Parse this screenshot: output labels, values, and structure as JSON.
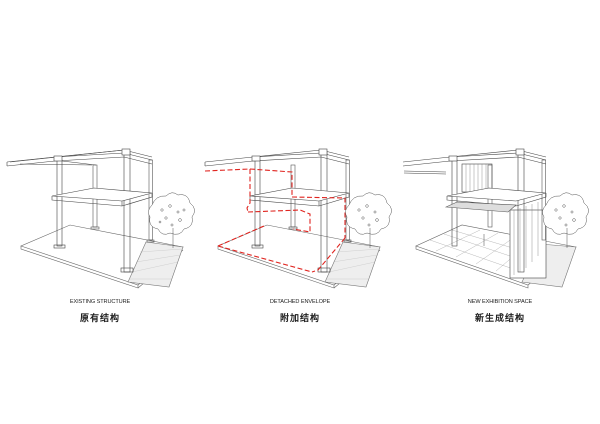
{
  "panels": [
    {
      "id": "existing",
      "caption_en": "EXISTING STRUCTURE",
      "caption_zh": "原有结构",
      "has_envelope": false,
      "has_exhibition": false
    },
    {
      "id": "envelope",
      "caption_en": "DETACHED ENVELOPE",
      "caption_zh": "附加结构",
      "has_envelope": true,
      "has_exhibition": false
    },
    {
      "id": "exhibition",
      "caption_en": "NEW EXHIBITION SPACE",
      "caption_zh": "新生成结构",
      "has_envelope": false,
      "has_exhibition": true
    }
  ],
  "colors": {
    "line": "#333333",
    "light_line": "#888888",
    "envelope": "#e0241f",
    "background": "#ffffff"
  }
}
